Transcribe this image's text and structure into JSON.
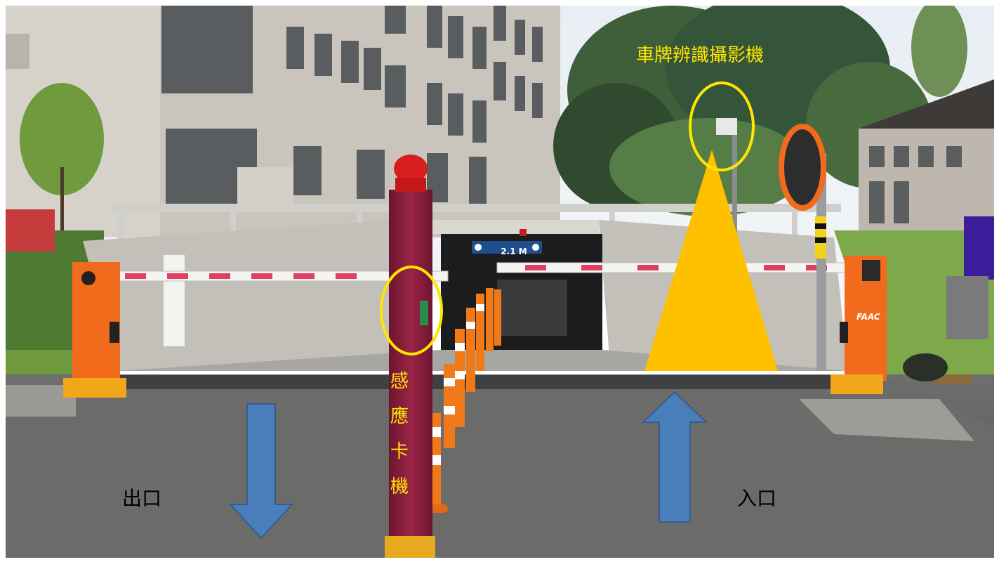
{
  "labels": {
    "camera": "車牌辨識攝影機",
    "card_reader": "感應卡機",
    "exit": "出口",
    "entry": "入口"
  },
  "scene_text": {
    "clearance_sign": "2.1 M",
    "barrier_brand": "FAAC"
  },
  "colors": {
    "highlight_yellow": "#ffe600",
    "camera_beam": "#ffc000",
    "arrow_blue": "#4a7ebb",
    "barrier_orange": "#f26a1b",
    "pillar_maroon": "#8c1d3c"
  },
  "icons": {
    "exit_arrow": "arrow-down-icon",
    "entry_arrow": "arrow-up-icon"
  }
}
